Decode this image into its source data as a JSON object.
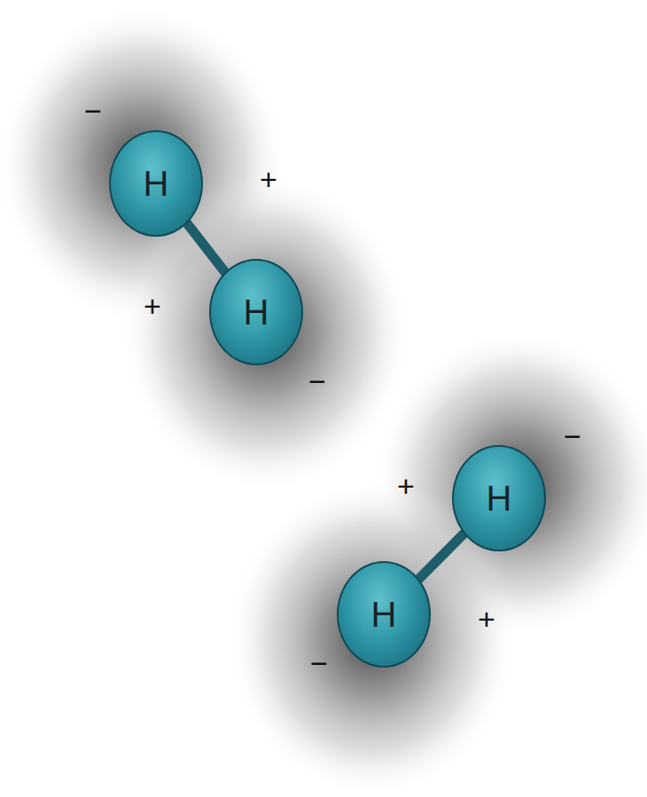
{
  "diagram": {
    "nodes": [
      {
        "text": [
          "H"
        ]
      },
      {
        "text": [
          "H"
        ]
      },
      {
        "text": [
          "H"
        ]
      },
      {
        "text": [
          "H"
        ]
      }
    ],
    "edges": [
      {
        "from": 0,
        "to": 1,
        "arrow": "none"
      },
      {
        "from": 2,
        "to": 3,
        "arrow": "none"
      }
    ],
    "labels": [
      "−",
      "+",
      "+",
      "−",
      "+",
      "−",
      "+",
      "−"
    ]
  }
}
